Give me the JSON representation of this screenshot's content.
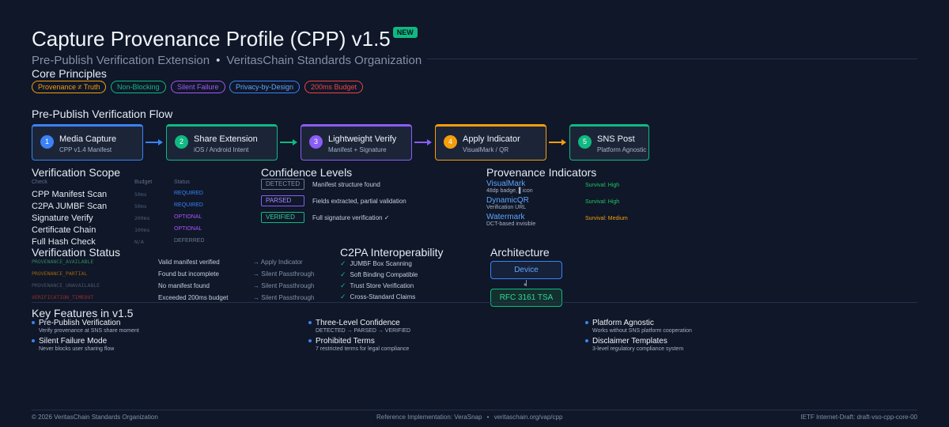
{
  "header": {
    "title": "Capture Provenance Profile (CPP) v1.5",
    "badge": "NEW",
    "subtitle_left": "Pre-Publish Verification Extension",
    "subtitle_sep": "•",
    "subtitle_right": "VeritasChain Standards Organization"
  },
  "principles": {
    "heading": "Core Principles",
    "items": [
      {
        "label": "Provenance ≠ Truth",
        "color": "#f59e0b"
      },
      {
        "label": "Non-Blocking",
        "color": "#10b981"
      },
      {
        "label": "Silent Failure",
        "color": "#a855f7"
      },
      {
        "label": "Privacy-by-Design",
        "color": "#3b82f6"
      },
      {
        "label": "200ms Budget",
        "color": "#ef4444"
      }
    ]
  },
  "flow": {
    "heading": "Pre-Publish Verification Flow",
    "steps": [
      {
        "num": "1",
        "name": "Media Capture",
        "desc": "CPP v1.4 Manifest",
        "color": "#3b82f6"
      },
      {
        "num": "2",
        "name": "Share Extension",
        "desc": "iOS / Android Intent",
        "color": "#10b981"
      },
      {
        "num": "3",
        "name": "Lightweight Verify",
        "desc": "Manifest + Signature",
        "color": "#8b5cf6"
      },
      {
        "num": "4",
        "name": "Apply Indicator",
        "desc": "VisualMark / QR",
        "color": "#f59e0b"
      },
      {
        "num": "5",
        "name": "SNS Post",
        "desc": "Platform Agnostic",
        "color": "#10b981"
      }
    ]
  },
  "scope": {
    "heading": "Verification Scope",
    "col_check": "Check",
    "col_budget": "Budget",
    "col_status": "Status",
    "rows": [
      {
        "check": "CPP Manifest Scan",
        "budget": "50ms",
        "status": "REQUIRED",
        "color": "#3b82f6"
      },
      {
        "check": "C2PA JUMBF Scan",
        "budget": "50ms",
        "status": "REQUIRED",
        "color": "#3b82f6"
      },
      {
        "check": "Signature Verify",
        "budget": "200ms",
        "status": "OPTIONAL",
        "color": "#a855f7"
      },
      {
        "check": "Certificate Chain",
        "budget": "100ms",
        "status": "OPTIONAL",
        "color": "#a855f7"
      },
      {
        "check": "Full Hash Check",
        "budget": "N/A",
        "status": "DEFERRED",
        "color": "#6b7a90"
      }
    ]
  },
  "confidence": {
    "heading": "Confidence Levels",
    "levels": [
      {
        "tag": "DETECTED",
        "desc": "Manifest structure found",
        "color": "#8391a7"
      },
      {
        "tag": "PARSED",
        "desc": "Fields extracted, partial validation",
        "color": "#8b5cf6"
      },
      {
        "tag": "VERIFIED",
        "desc": "Full signature verification ✓",
        "color": "#10b981"
      }
    ]
  },
  "indicators": {
    "heading": "Provenance Indicators",
    "items": [
      {
        "name": "VisualMark",
        "sub": "48dp badge, ▌icon",
        "survival": "Survival: High",
        "color": "#22c55e"
      },
      {
        "name": "DynamicQR",
        "sub": "Verification URL",
        "survival": "Survival: High",
        "color": "#22c55e"
      },
      {
        "name": "Watermark",
        "sub": "DCT-based invisible",
        "survival": "Survival: Medium",
        "color": "#f59e0b"
      }
    ]
  },
  "vstatus": {
    "heading": "Verification Status",
    "rows": [
      {
        "code": "PROVENANCE_AVAILABLE",
        "desc": "Valid manifest verified",
        "action": "→ Apply Indicator",
        "color": "#2f855a"
      },
      {
        "code": "PROVENANCE_PARTIAL",
        "desc": "Found but incomplete",
        "action": "→ Silent Passthrough",
        "color": "#a16207"
      },
      {
        "code": "PROVENANCE_UNAVAILABLE",
        "desc": "No manifest found",
        "action": "→ Silent Passthrough",
        "color": "#4b5568"
      },
      {
        "code": "VERIFICATION_TIMEOUT",
        "desc": "Exceeded 200ms budget",
        "action": "→ Silent Passthrough",
        "color": "#9b2c2c"
      }
    ]
  },
  "c2pa": {
    "heading": "C2PA Interoperability",
    "items": [
      "JUMBF Box Scanning",
      "Soft Binding Compatible",
      "Trust Store Verification",
      "Cross-Standard Claims"
    ]
  },
  "architecture": {
    "heading": "Architecture",
    "device": "Device",
    "tsa": "RFC 3161 TSA"
  },
  "features": {
    "heading": "Key Features in v1.5",
    "items": [
      {
        "name": "Pre-Publish Verification",
        "desc": "Verify provenance at SNS share moment"
      },
      {
        "name": "Silent Failure Mode",
        "desc": "Never blocks user sharing flow"
      },
      {
        "name": "Three-Level Confidence",
        "desc": "DETECTED → PARSED → VERIFIED"
      },
      {
        "name": "Prohibited Terms",
        "desc": "7 restricted terms for legal compliance"
      },
      {
        "name": "Platform Agnostic",
        "desc": "Works without SNS platform cooperation"
      },
      {
        "name": "Disclaimer Templates",
        "desc": "3-level regulatory compliance system"
      }
    ]
  },
  "footer": {
    "copyright": "© 2026 VeritasChain Standards Organization",
    "reference": "Reference Implementation: VeraSnap",
    "sep": "•",
    "url": "veritaschain.org/vap/cpp",
    "draft": "IETF Internet-Draft: draft-vso-cpp-core-00"
  }
}
